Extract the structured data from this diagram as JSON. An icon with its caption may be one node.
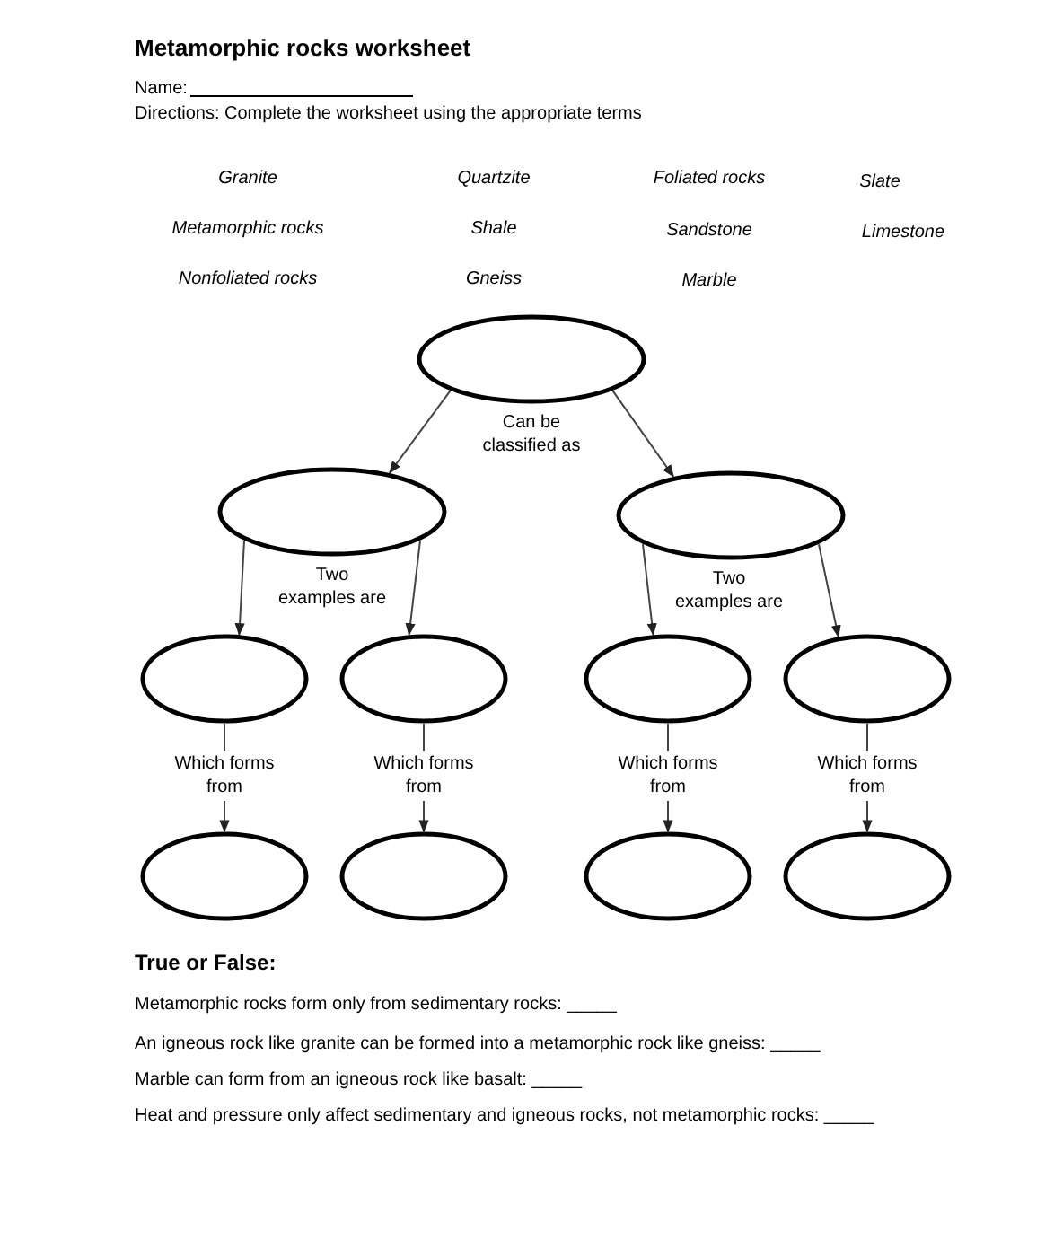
{
  "diagram": {
    "title": "Metamorphic rocks worksheet",
    "nodes": [
      {
        "text": [],
        "shape": "ellipse"
      },
      {
        "text": [],
        "shape": "ellipse"
      },
      {
        "text": [],
        "shape": "ellipse"
      },
      {
        "text": [],
        "shape": "ellipse"
      },
      {
        "text": [],
        "shape": "ellipse"
      },
      {
        "text": [],
        "shape": "ellipse"
      },
      {
        "text": [],
        "shape": "ellipse"
      },
      {
        "text": [],
        "shape": "ellipse"
      },
      {
        "text": [],
        "shape": "ellipse"
      },
      {
        "text": [],
        "shape": "ellipse"
      },
      {
        "text": [],
        "shape": "ellipse"
      }
    ],
    "edges": [
      {
        "from": 0,
        "to": 1,
        "arrow": "to"
      },
      {
        "from": 0,
        "to": 2,
        "arrow": "to"
      },
      {
        "from": 1,
        "to": 3,
        "arrow": "to"
      },
      {
        "from": 1,
        "to": 4,
        "arrow": "to"
      },
      {
        "from": 2,
        "to": 5,
        "arrow": "to"
      },
      {
        "from": 2,
        "to": 6,
        "arrow": "to"
      },
      {
        "from": 3,
        "to": 7,
        "arrow": "to",
        "label": "Which forms from"
      },
      {
        "from": 4,
        "to": 8,
        "arrow": "to",
        "label": "Which forms from"
      },
      {
        "from": 5,
        "to": 9,
        "arrow": "to",
        "label": "Which forms from"
      },
      {
        "from": 6,
        "to": 10,
        "arrow": "to",
        "label": "Which forms from"
      }
    ],
    "labels": [
      "Name:",
      "Directions:  Complete the worksheet using the appropriate terms",
      "Granite",
      "Quartzite",
      "Foliated rocks",
      "Slate",
      "Metamorphic rocks",
      "Shale",
      "Sandstone",
      "Limestone",
      "Nonfoliated rocks",
      "Gneiss",
      "Marble",
      "Can be classified as",
      "Two examples are",
      "Two examples are",
      "True or False:",
      "Metamorphic rocks form only from sedimentary rocks: _____",
      "An igneous rock like granite can be formed into a metamorphic rock like gneiss: _____",
      "Marble can form from an igneous rock like basalt: _____",
      "Heat and pressure only affect sedimentary and igneous rocks, not metamorphic rocks: _____"
    ]
  }
}
